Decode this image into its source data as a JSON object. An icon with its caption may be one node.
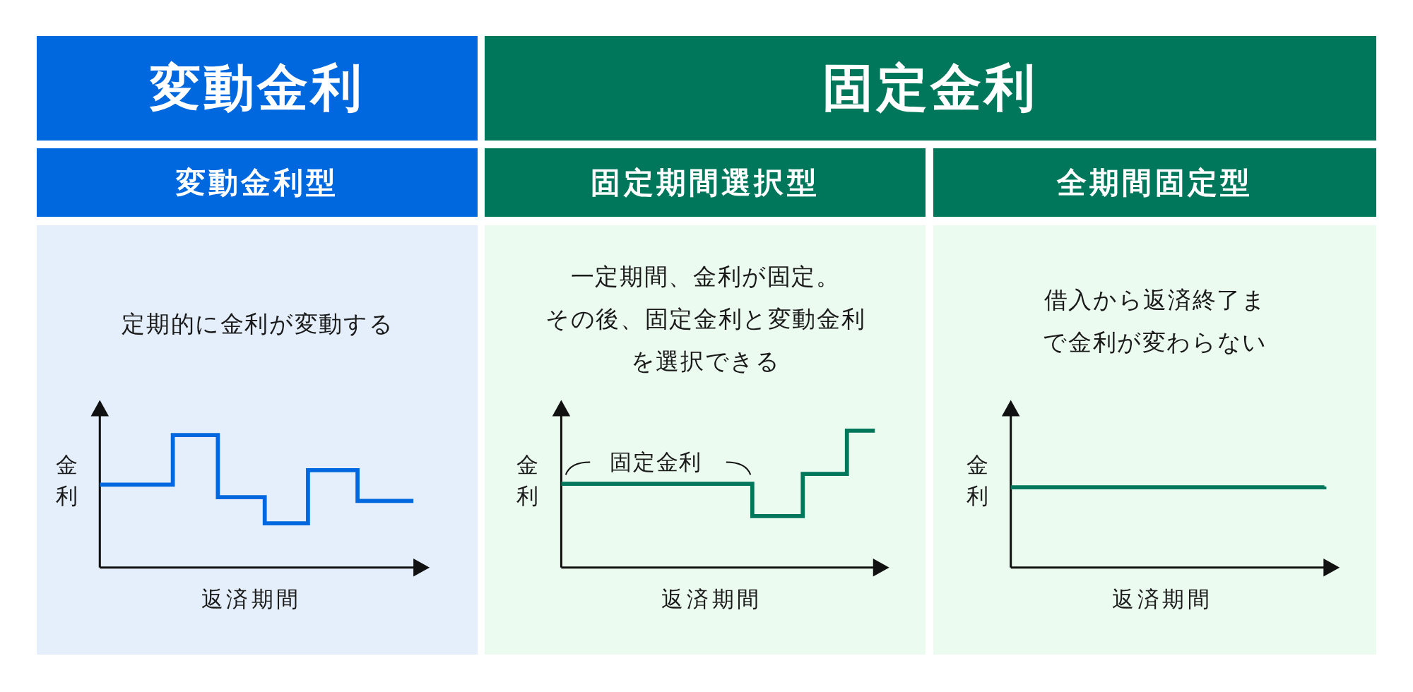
{
  "diagram": {
    "nodes": [
      {
        "text": [
          "変動金利"
        ]
      },
      {
        "text": [
          "固定金利"
        ]
      },
      {
        "text": [
          "変動金利型"
        ]
      },
      {
        "text": [
          "固定期間選択型"
        ]
      },
      {
        "text": [
          "全期間固定型"
        ]
      },
      {
        "text": [
          "定期的に金利が変動する",
          "金利",
          "返済期間"
        ]
      },
      {
        "text": [
          "一定期間、金利が固定。その後、固定金利と変動金利を選択できる",
          "固定金利",
          "金利",
          "返済期間"
        ]
      },
      {
        "text": [
          "借入から返済終了まで金利が変わらない",
          "金利",
          "返済期間"
        ]
      }
    ],
    "edges": []
  }
}
